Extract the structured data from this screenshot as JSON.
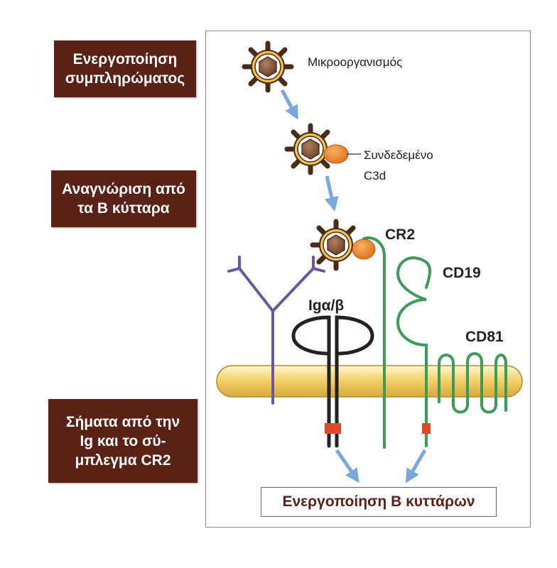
{
  "stages": [
    {
      "lines": [
        "Ενεργοποίηση",
        "συμπληρώματος"
      ]
    },
    {
      "lines": [
        "Αναγνώριση από",
        "τα Β κύτταρα"
      ]
    },
    {
      "lines": [
        "Σήματα από την",
        "Ig και το σύ-",
        "μπλεγμα CR2"
      ]
    }
  ],
  "labels": {
    "microorganism": "Μικροοργανισμός",
    "bound_c3d_line1": "Συνδεδεμένο",
    "bound_c3d_line2": "C3d",
    "cr2": "CR2",
    "cd19": "CD19",
    "cd81": "CD81",
    "iga_b": "Igα/β"
  },
  "result": "Ενεργοποίηση Β κυττάρων",
  "colors": {
    "stage_bg": "#5a2117",
    "membrane": "#f3d36b",
    "antibody": "#6a56a3",
    "iga_b": "#222222",
    "cr2_cd19_cd81": "#3e9a58",
    "c3d": "#f08a2c",
    "arrow": "#7aa7dc",
    "signal_tag": "#e04a2a"
  }
}
